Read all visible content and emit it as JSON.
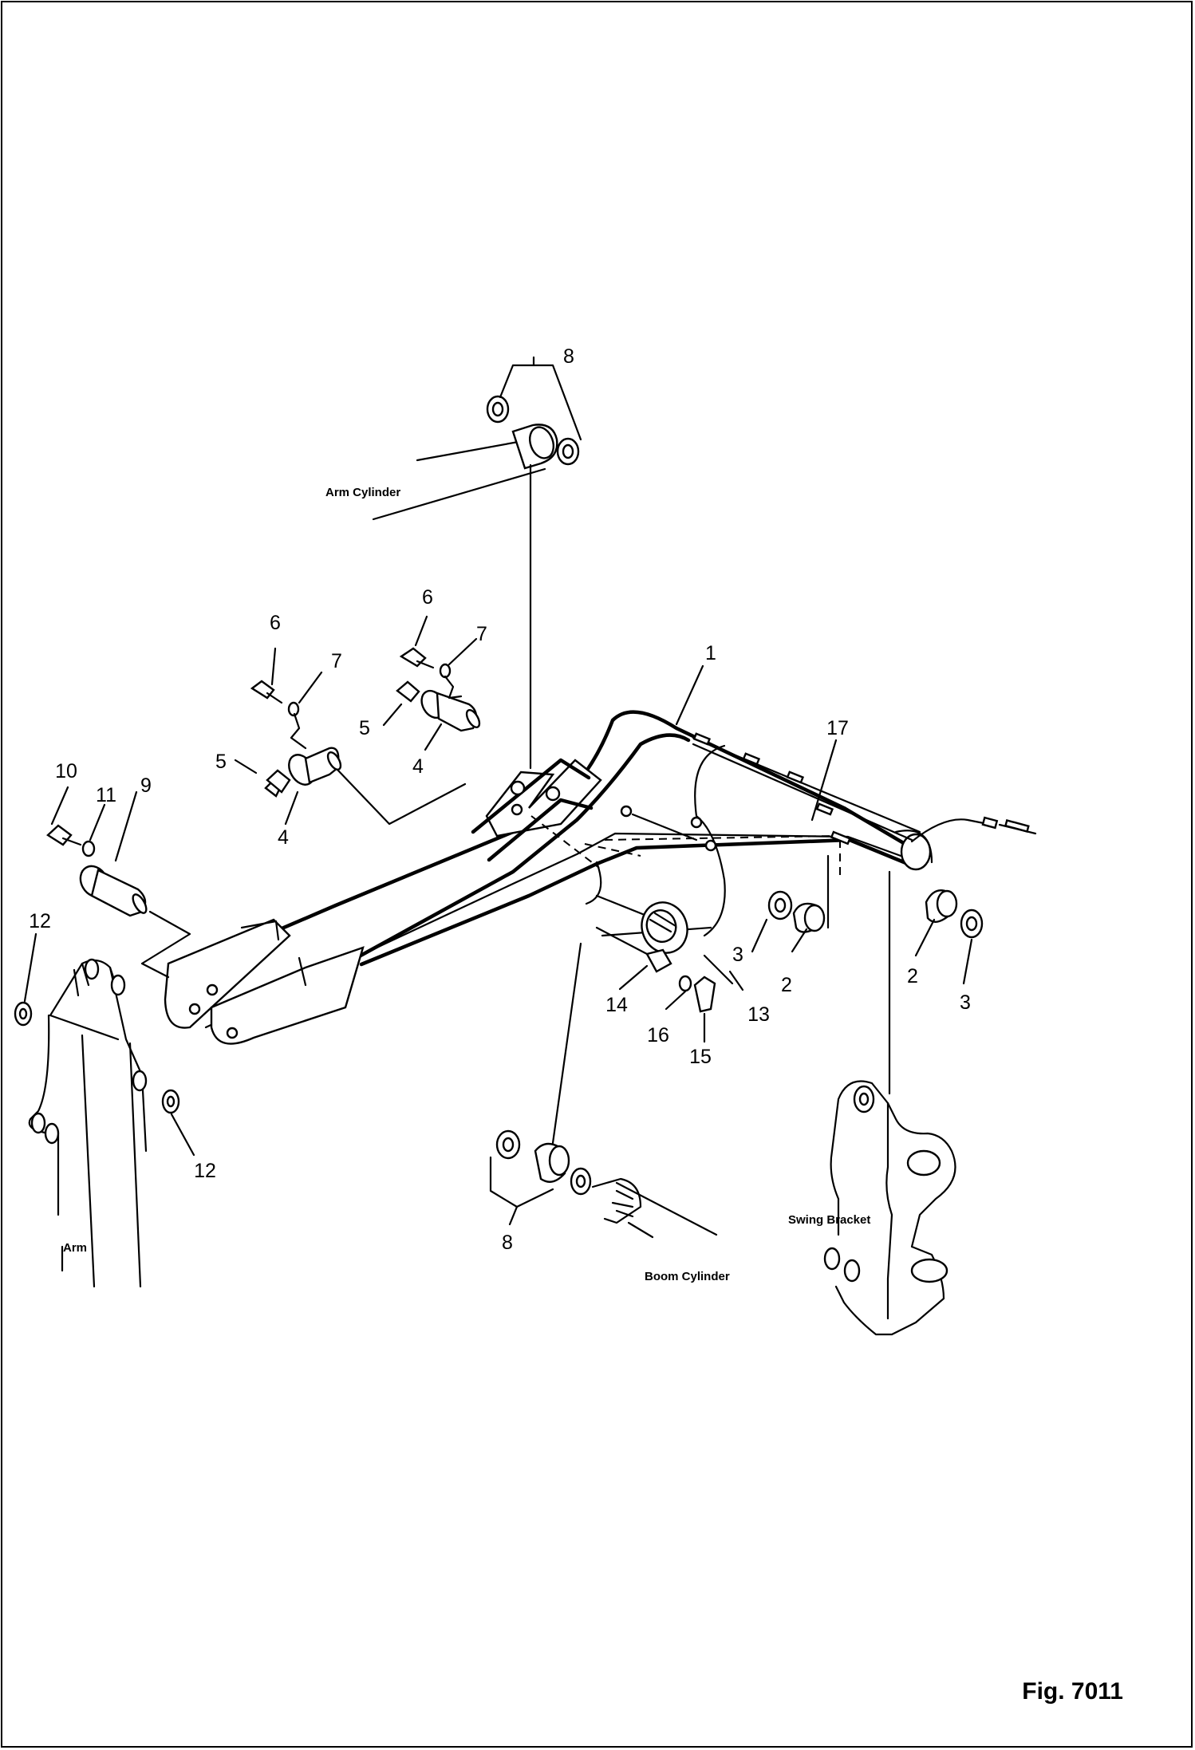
{
  "labels": {
    "arm_cylinder": "Arm Cylinder",
    "boom_cylinder": "Boom Cylinder",
    "swing_bracket": "Swing Bracket",
    "arm": "Arm"
  },
  "figure_number": "Fig. 7011",
  "callouts": {
    "c1": "1",
    "c2a": "2",
    "c2b": "2",
    "c3a": "3",
    "c3b": "3",
    "c4a": "4",
    "c4b": "4",
    "c5a": "5",
    "c5b": "5",
    "c6a": "6",
    "c6b": "6",
    "c7a": "7",
    "c7b": "7",
    "c8a": "8",
    "c8b": "8",
    "c9": "9",
    "c10": "10",
    "c11": "11",
    "c12a": "12",
    "c12b": "12",
    "c13": "13",
    "c14": "14",
    "c15": "15",
    "c16": "16",
    "c17": "17"
  }
}
